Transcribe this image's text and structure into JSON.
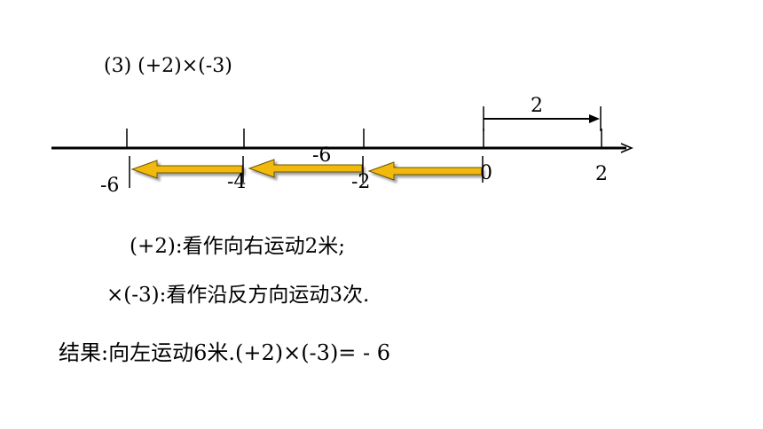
{
  "heading": "(3) (+2)×(-3)",
  "number_line": {
    "ticks": [
      {
        "value": -6,
        "label": "-6"
      },
      {
        "value": -4,
        "label": "-4"
      },
      {
        "value": -2,
        "label": "-2"
      },
      {
        "value": 0,
        "label": "0"
      },
      {
        "value": 2,
        "label": "2"
      }
    ],
    "top_arrow_label": "2",
    "mid_label": "-6",
    "colors": {
      "arrow_fill": "#f2b90d",
      "arrow_stroke": "#6b5500",
      "axis": "#000000"
    }
  },
  "explanations": {
    "line1": "(+2):看作向右运动2米;",
    "line2": "×(-3):看作沿反方向运动3次.",
    "result": "结果:向左运动6米.(+2)×(-3)= - 6"
  }
}
